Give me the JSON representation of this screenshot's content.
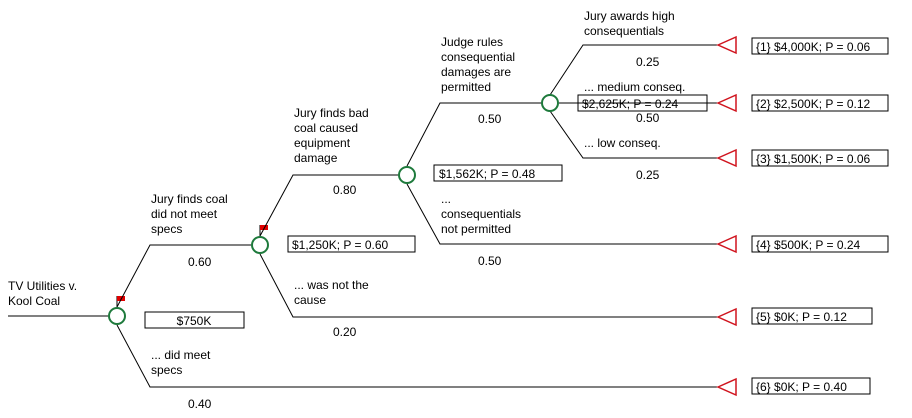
{
  "root": {
    "label_lines": [
      "TV Utilities v.",
      "Kool Coal"
    ],
    "value": "$750K"
  },
  "node_a": {
    "value": "$1,250K; P = 0.60",
    "branch_up": {
      "label_lines": [
        "Jury finds coal",
        "did not meet",
        "specs"
      ],
      "prob": "0.60"
    },
    "branch_down": {
      "label_lines": [
        "... did meet",
        "specs"
      ],
      "prob": "0.40"
    }
  },
  "node_b": {
    "value": "$1,562K; P = 0.48",
    "branch_up": {
      "label_lines": [
        "Jury finds bad",
        "coal caused",
        "equipment",
        "damage"
      ],
      "prob": "0.80"
    },
    "branch_down": {
      "label_lines": [
        "... was not the",
        "cause"
      ],
      "prob": "0.20"
    }
  },
  "node_c": {
    "value": "$2,625K; P = 0.24",
    "branch_up": {
      "label_lines": [
        "Judge rules",
        "consequential",
        "damages are",
        "permitted"
      ],
      "prob": "0.50"
    },
    "branch_down": {
      "label_lines": [
        "...",
        "consequentials",
        "not permitted"
      ],
      "prob": "0.50"
    }
  },
  "node_d": {
    "branch_high": {
      "label_lines": [
        "Jury awards high",
        "consequentials"
      ],
      "prob": "0.25"
    },
    "branch_med": {
      "label_lines": [
        "... medium conseq."
      ],
      "prob": "0.50"
    },
    "branch_low": {
      "label_lines": [
        "... low conseq."
      ],
      "prob": "0.25"
    }
  },
  "outcomes": [
    "{1} $4,000K; P = 0.06",
    "{2} $2,500K; P = 0.12",
    "{3} $1,500K; P = 0.06",
    "{4} $500K; P = 0.24",
    "{5} $0K; P = 0.12",
    "{6} $0K; P = 0.40"
  ],
  "colors": {
    "chance_node": "#1e7a3c",
    "terminal_node": "#d0141e",
    "flag": "#e00000"
  }
}
